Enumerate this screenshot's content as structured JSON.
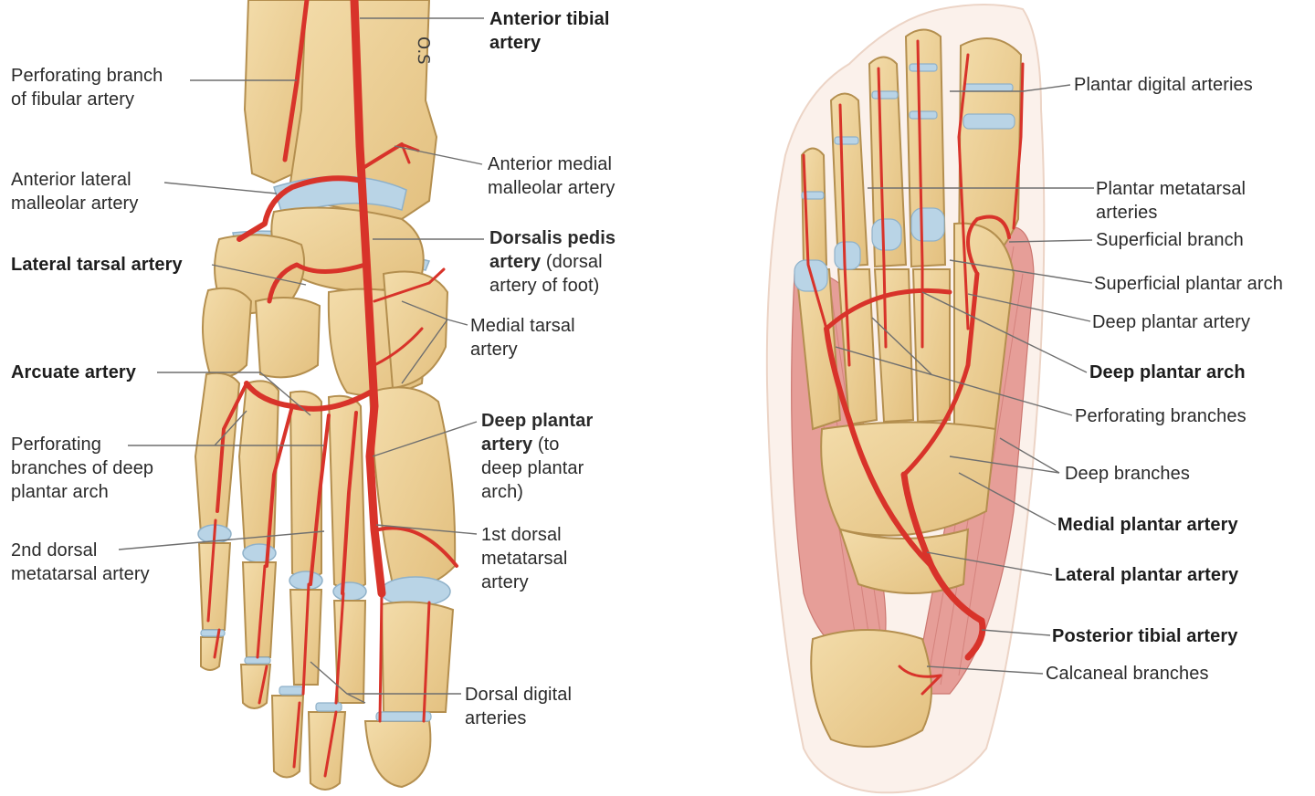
{
  "colors": {
    "bone": "#ebd09a",
    "bone_edge": "#b48f4f",
    "bone_shadow": "#cfa763",
    "cartilage": "#b9d4e6",
    "artery": "#d8332a",
    "artery_dark": "#a9201a",
    "muscle": "#e59a94",
    "skin_outline": "#f7e6dc",
    "leader": "#6f6f6f"
  },
  "left_view": {
    "signature": "O.S",
    "labels": {
      "anterior_tibial": [
        "Anterior tibial",
        "artery"
      ],
      "perforating_fibular": [
        "Perforating branch",
        "of fibular artery"
      ],
      "anterior_lateral_malleolar": [
        "Anterior lateral",
        "malleolar artery"
      ],
      "anterior_medial_malleolar": [
        "Anterior medial",
        "malleolar artery"
      ],
      "lateral_tarsal": [
        "Lateral tarsal artery"
      ],
      "dorsalis_pedis": [
        "Dorsalis pedis",
        "artery",
        " (dorsal",
        "artery of foot)"
      ],
      "medial_tarsal": [
        "Medial tarsal",
        "artery"
      ],
      "arcuate": [
        "Arcuate artery"
      ],
      "perforating_deep_plantar": [
        "Perforating",
        "branches of deep",
        "plantar arch"
      ],
      "deep_plantar_artery": [
        "Deep plantar",
        "artery",
        " (to",
        "deep plantar",
        "arch)"
      ],
      "second_dorsal_metatarsal": [
        "2nd dorsal",
        "metatarsal artery"
      ],
      "first_dorsal_metatarsal": [
        "1st dorsal",
        "metatarsal",
        "artery"
      ],
      "dorsal_digital": [
        "Dorsal digital",
        "arteries"
      ]
    }
  },
  "right_view": {
    "labels": {
      "plantar_digital": [
        "Plantar digital arteries"
      ],
      "plantar_metatarsal": [
        "Plantar metatarsal",
        "arteries"
      ],
      "superficial_branch": [
        "Superficial branch"
      ],
      "superficial_plantar_arch": [
        "Superficial plantar arch"
      ],
      "deep_plantar_artery": [
        "Deep plantar artery"
      ],
      "deep_plantar_arch": [
        "Deep plantar arch"
      ],
      "perforating_branches": [
        "Perforating branches"
      ],
      "deep_branches": [
        "Deep branches"
      ],
      "medial_plantar": [
        "Medial plantar artery"
      ],
      "lateral_plantar": [
        "Lateral plantar artery"
      ],
      "posterior_tibial": [
        "Posterior tibial artery"
      ],
      "calcaneal_branches": [
        "Calcaneal branches"
      ]
    }
  }
}
